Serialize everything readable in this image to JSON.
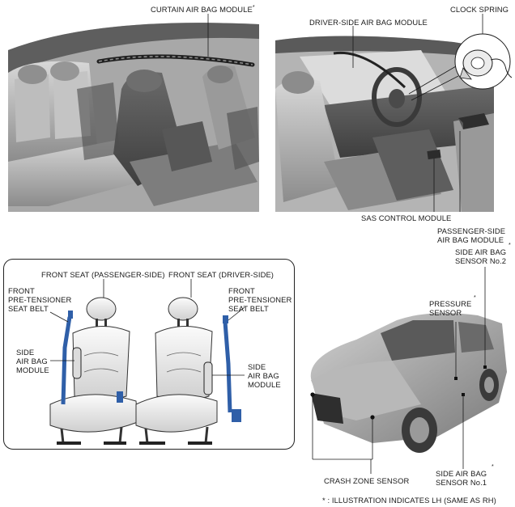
{
  "labels": {
    "curtain_airbag": "CURTAIN AIR BAG MODULE",
    "driver_airbag": "DRIVER-SIDE AIR BAG MODULE",
    "clock_spring": "CLOCK SPRING",
    "sas_module": "SAS CONTROL MODULE",
    "passenger_airbag": "PASSENGER-SIDE\nAIR BAG MODULE",
    "front_seat_passenger": "FRONT SEAT (PASSENGER-SIDE)",
    "front_seat_driver": "FRONT SEAT (DRIVER-SIDE)",
    "pretensioner_left": "FRONT\nPRE-TENSIONER\nSEAT BELT",
    "pretensioner_right": "FRONT\nPRE-TENSIONER\nSEAT BELT",
    "side_airbag_module_left": "SIDE\nAIR BAG\nMODULE",
    "side_airbag_module_right": "SIDE\nAIR BAG\nMODULE",
    "side_sensor_no2": "SIDE AIR BAG\nSENSOR No.2",
    "pressure_sensor": "PRESSURE\nSENSOR",
    "crash_zone_sensor": "CRASH ZONE SENSOR",
    "side_sensor_no1": "SIDE AIR BAG\nSENSOR No.1",
    "asterisk": "*"
  },
  "footnote": "* : ILLUSTRATION INDICATES LH (SAME AS RH)",
  "colors": {
    "line": "#1a1a1a",
    "shading_dark": "#4a4a4a",
    "shading_mid": "#9a9a9a",
    "shading_light": "#d4d4d4",
    "belt_blue": "#2f5fa8",
    "module_dark": "#3a3a3a"
  }
}
